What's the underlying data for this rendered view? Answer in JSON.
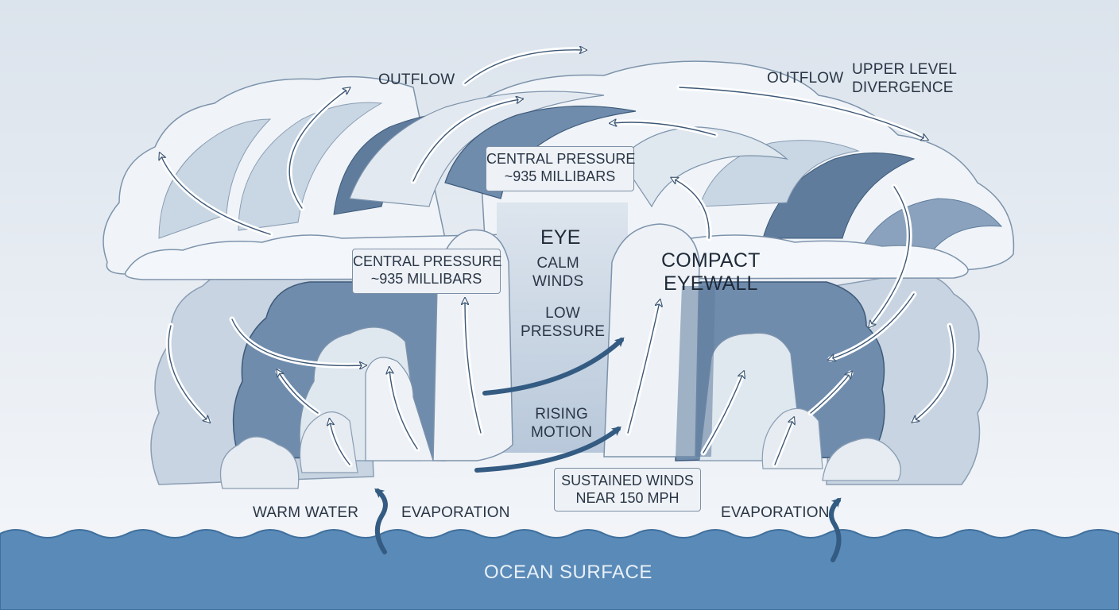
{
  "diagram": {
    "labels": {
      "outflow_left": "OUTFLOW",
      "outflow_right": "OUTFLOW",
      "upper_level_divergence_1": "UPPER LEVEL",
      "upper_level_divergence_2": "DIVERGENCE",
      "central_pressure_top_1": "CENTRAL PRESSURE",
      "central_pressure_top_2": "~935 MILLIBARS",
      "central_pressure_left_1": "CENTRAL PRESSURE",
      "central_pressure_left_2": "~935 MILLIBARS",
      "eye": "EYE",
      "calm_winds_1": "CALM",
      "calm_winds_2": "WINDS",
      "low_pressure_1": "LOW",
      "low_pressure_2": "PRESSURE",
      "compact_eyewall_1": "COMPACT",
      "compact_eyewall_2": "EYEWALL",
      "rising_motion_1": "RISING",
      "rising_motion_2": "MOTION",
      "sustained_winds_1": "SUSTAINED WINDS",
      "sustained_winds_2": "NEAR 150 MPH",
      "warm_water": "WARM WATER",
      "evaporation_left": "EVAPORATION",
      "evaporation_right": "EVAPORATION",
      "ocean_surface": "OCEAN SURFACE"
    },
    "colors": {
      "sky_top": "#dfe6ee",
      "sky_bottom": "#f4f6f9",
      "cloud_light": "#f2f5f9",
      "cloud_mid": "#c3d0de",
      "cloud_dark": "#5f7c9d",
      "ocean": "#5a8ab8",
      "arrow_dark": "#345b82"
    }
  }
}
